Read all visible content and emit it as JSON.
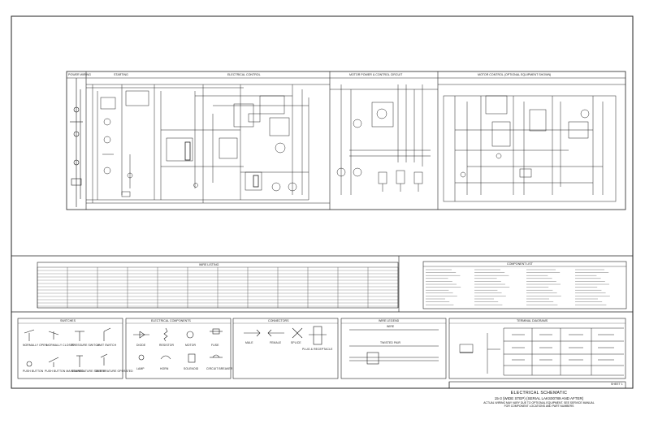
{
  "sections": {
    "upper": [
      "POWER WIRING",
      "STARTING",
      "ELECTRICAL CONTROL",
      "MOTOR POWER & CONTROL CIRCUIT",
      "MOTOR CONTROL (OPTIONAL EQUIPMENT SHOWN)"
    ],
    "tables": [
      "WIRE LISTING",
      "COMPONENT LIST"
    ],
    "legends": [
      "SWITCHES",
      "ELECTRICAL COMPONENTS",
      "CONNECTORS",
      "WIRE LEGEND",
      "TERMINAL DIAGRAMS"
    ]
  },
  "legend_labels": {
    "switches": [
      "NORMALLY OPEN",
      "NORMALLY CLOSED",
      "PRESSURE SWITCH",
      "LIMIT SWITCH",
      "PUSH BUTTON",
      "PUSH BUTTON MAINTAINED",
      "TEMPERATURE SWITCH",
      "TEMPERATURE OPERATED"
    ],
    "components": [
      "DIODE",
      "RESISTOR",
      "MOTOR",
      "FUSE",
      "LAMP",
      "HORN",
      "SOLENOID",
      "CIRCUIT BREAKER"
    ],
    "connectors": [
      "MALE",
      "FEMALE",
      "SPLICE",
      "PLUG & RECEPTACLE"
    ],
    "wires": [
      "WIRE",
      "TWISTED PAIR"
    ]
  },
  "title_block": {
    "title": "ELECTRICAL SCHEMATIC",
    "subtitle": "15-3 (WIDE STEP) (SERIAL LAKS00789 AND AFTER)",
    "note_1": "ACTUAL WIRING MAY VARY DUE TO OPTIONAL EQUIPMENT. SEE SERVICE MANUAL",
    "note_2": "FOR COMPONENT LOCATIONS AND PART NUMBERS",
    "sheet": "SHEET 1"
  },
  "colors": {
    "line": "#1a1a1a",
    "paper": "#ffffff"
  }
}
